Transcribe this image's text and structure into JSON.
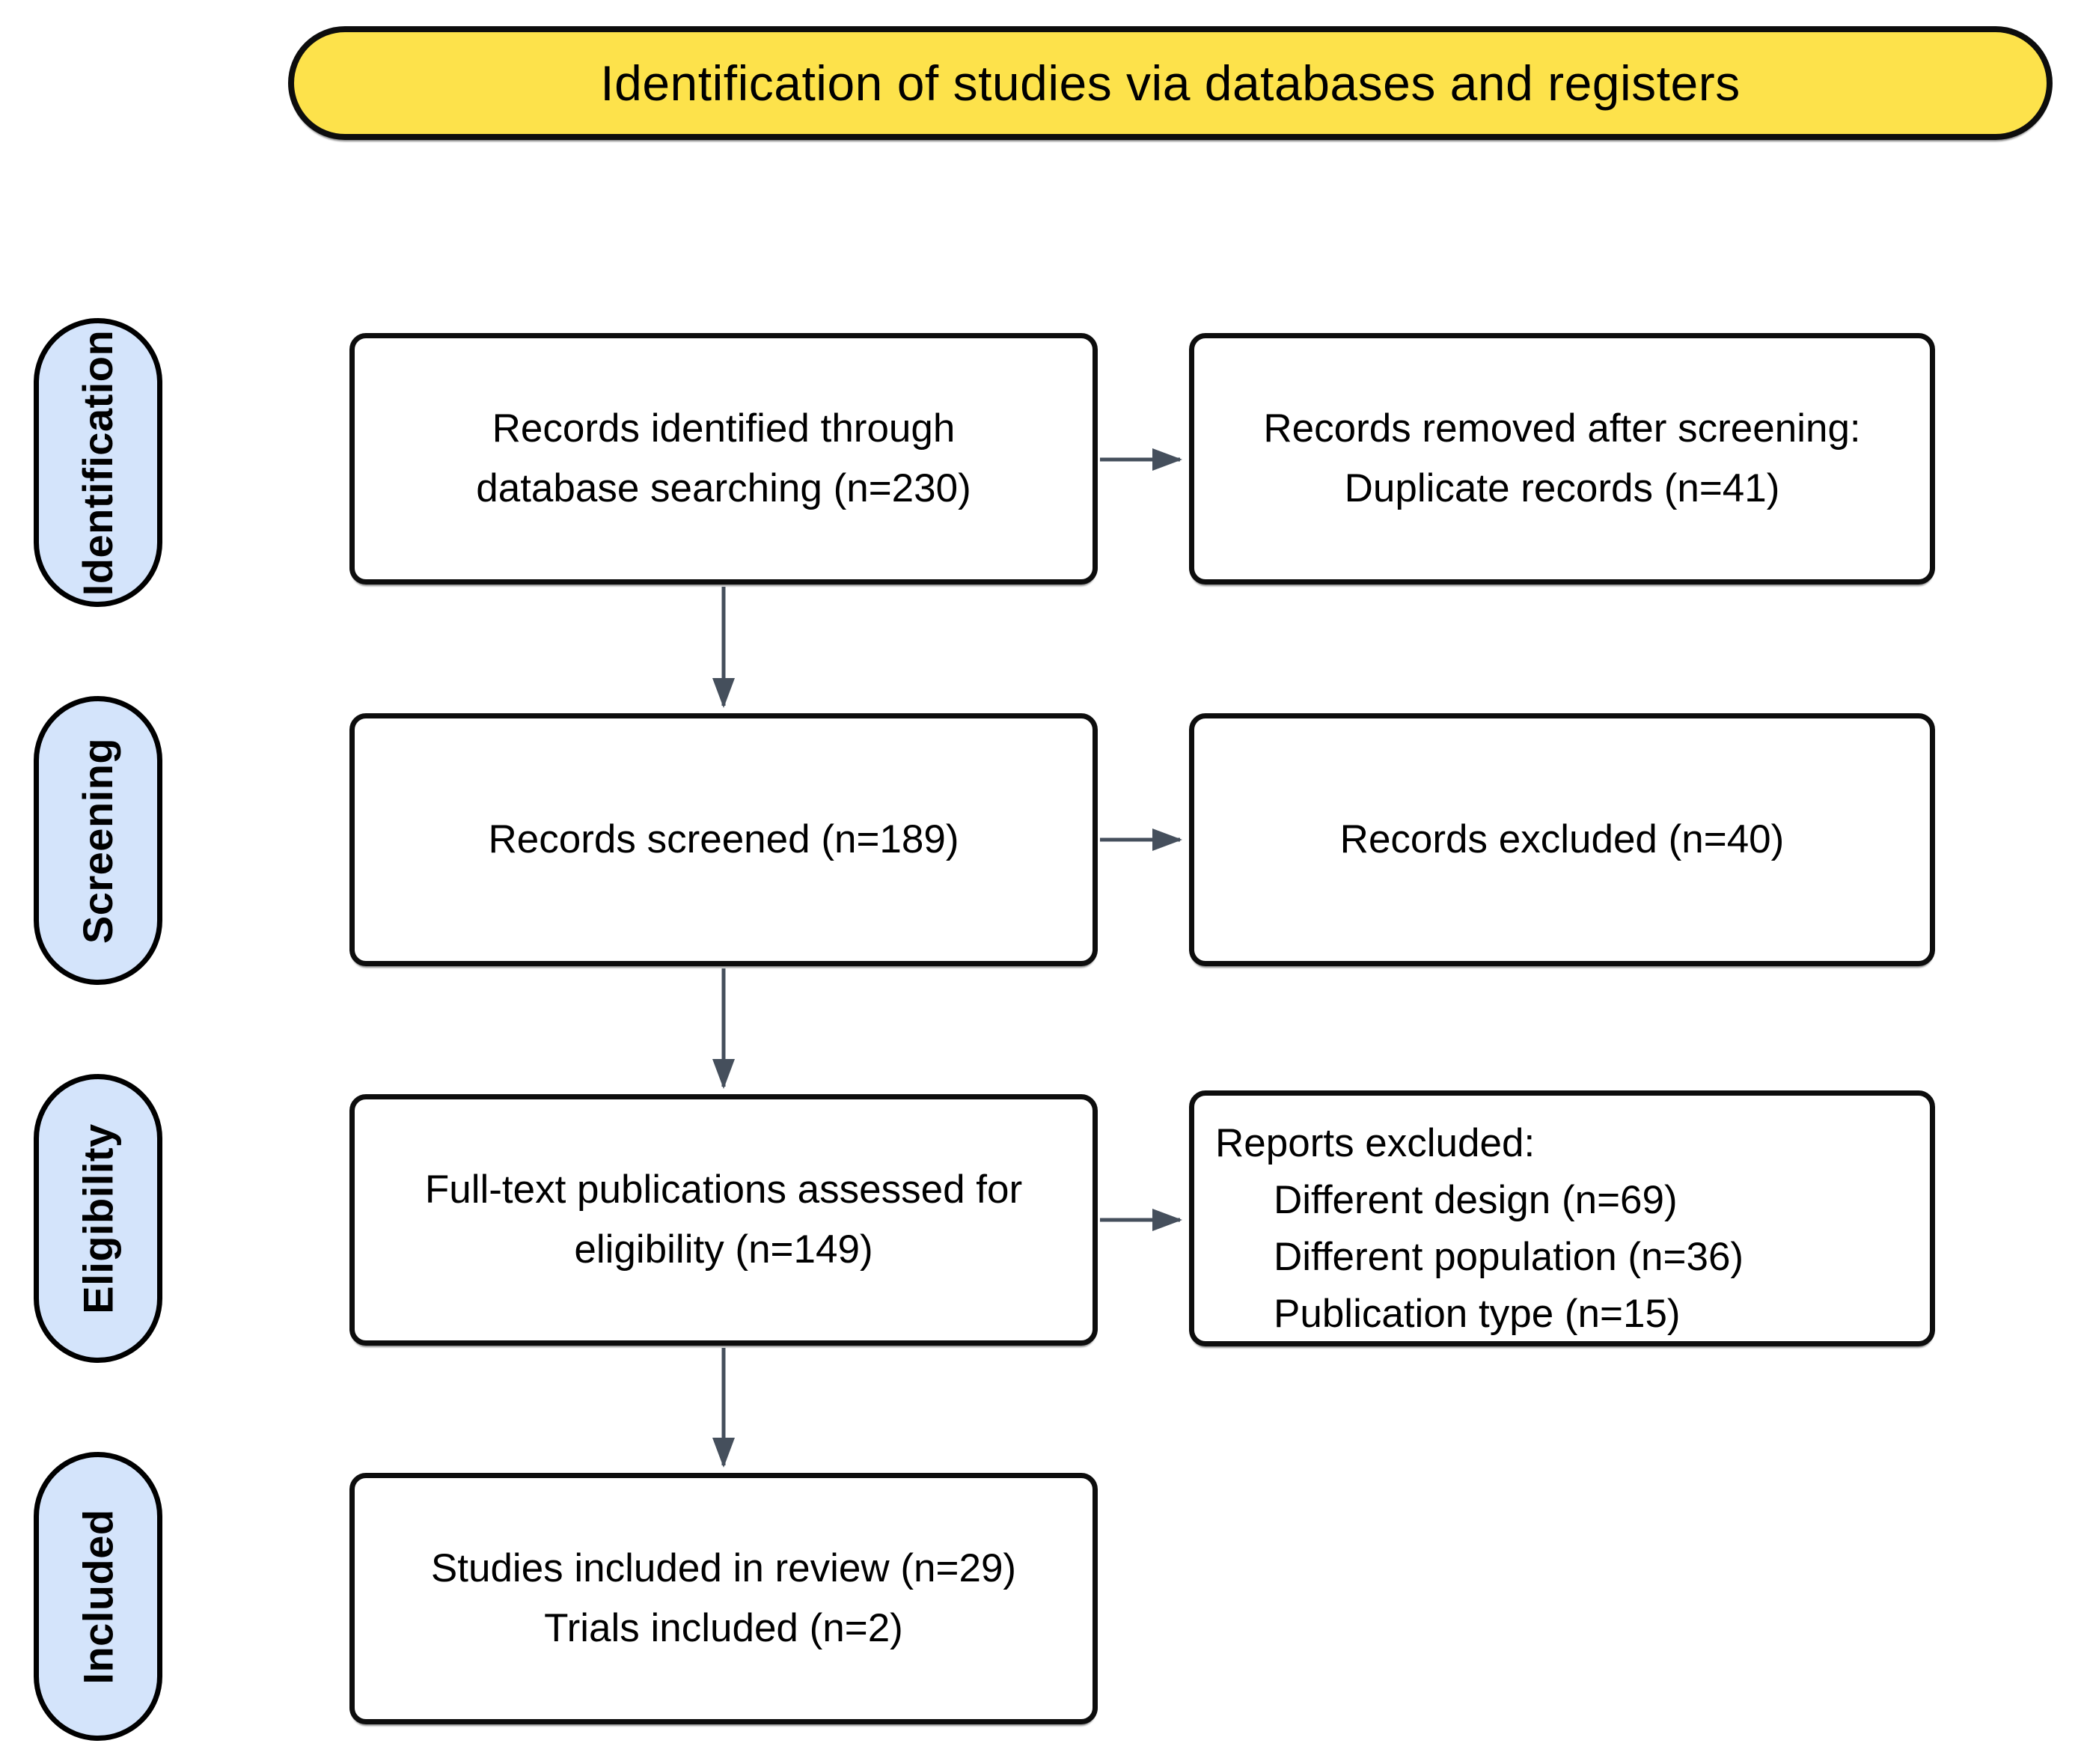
{
  "banner": {
    "label": "Identification of studies via databases and registers"
  },
  "stages": [
    {
      "label": "Identification"
    },
    {
      "label": "Screening"
    },
    {
      "label": "Eligibility"
    },
    {
      "label": "Included"
    }
  ],
  "flow": {
    "left_column": [
      {
        "name": "records-identified",
        "lines": [
          "Records identified through",
          "database searching (n=230)"
        ],
        "n": 230
      },
      {
        "name": "records-screened",
        "lines": [
          "Records screened (n=189)"
        ],
        "n": 189
      },
      {
        "name": "fulltext-assessed",
        "lines": [
          "Full-text publications assessed for",
          "eligibility (n=149)"
        ],
        "n": 149
      },
      {
        "name": "studies-included",
        "lines": [
          "Studies included in review (n=29)",
          "Trials included (n=2)"
        ],
        "n_studies": 29,
        "n_trials": 2
      }
    ],
    "right_column": [
      {
        "name": "records-removed",
        "lines": [
          "Records removed after screening:",
          "Duplicate records (n=41)"
        ],
        "n": 41
      },
      {
        "name": "records-excluded",
        "lines": [
          "Records excluded (n=40)"
        ],
        "n": 40
      },
      {
        "name": "reports-excluded",
        "heading": "Reports excluded:",
        "items": [
          "Different design (n=69)",
          "Different population (n=36)",
          "Publication type (n=15)"
        ],
        "n_items": [
          69,
          36,
          15
        ]
      }
    ]
  },
  "colors": {
    "banner_fill": "#FDE24B",
    "stage_fill": "#D4E4FB",
    "box_fill": "#FFFFFF",
    "border": "#0D0D0D",
    "arrow": "#454F5C",
    "text": "#000000",
    "background": "#FFFFFF"
  }
}
